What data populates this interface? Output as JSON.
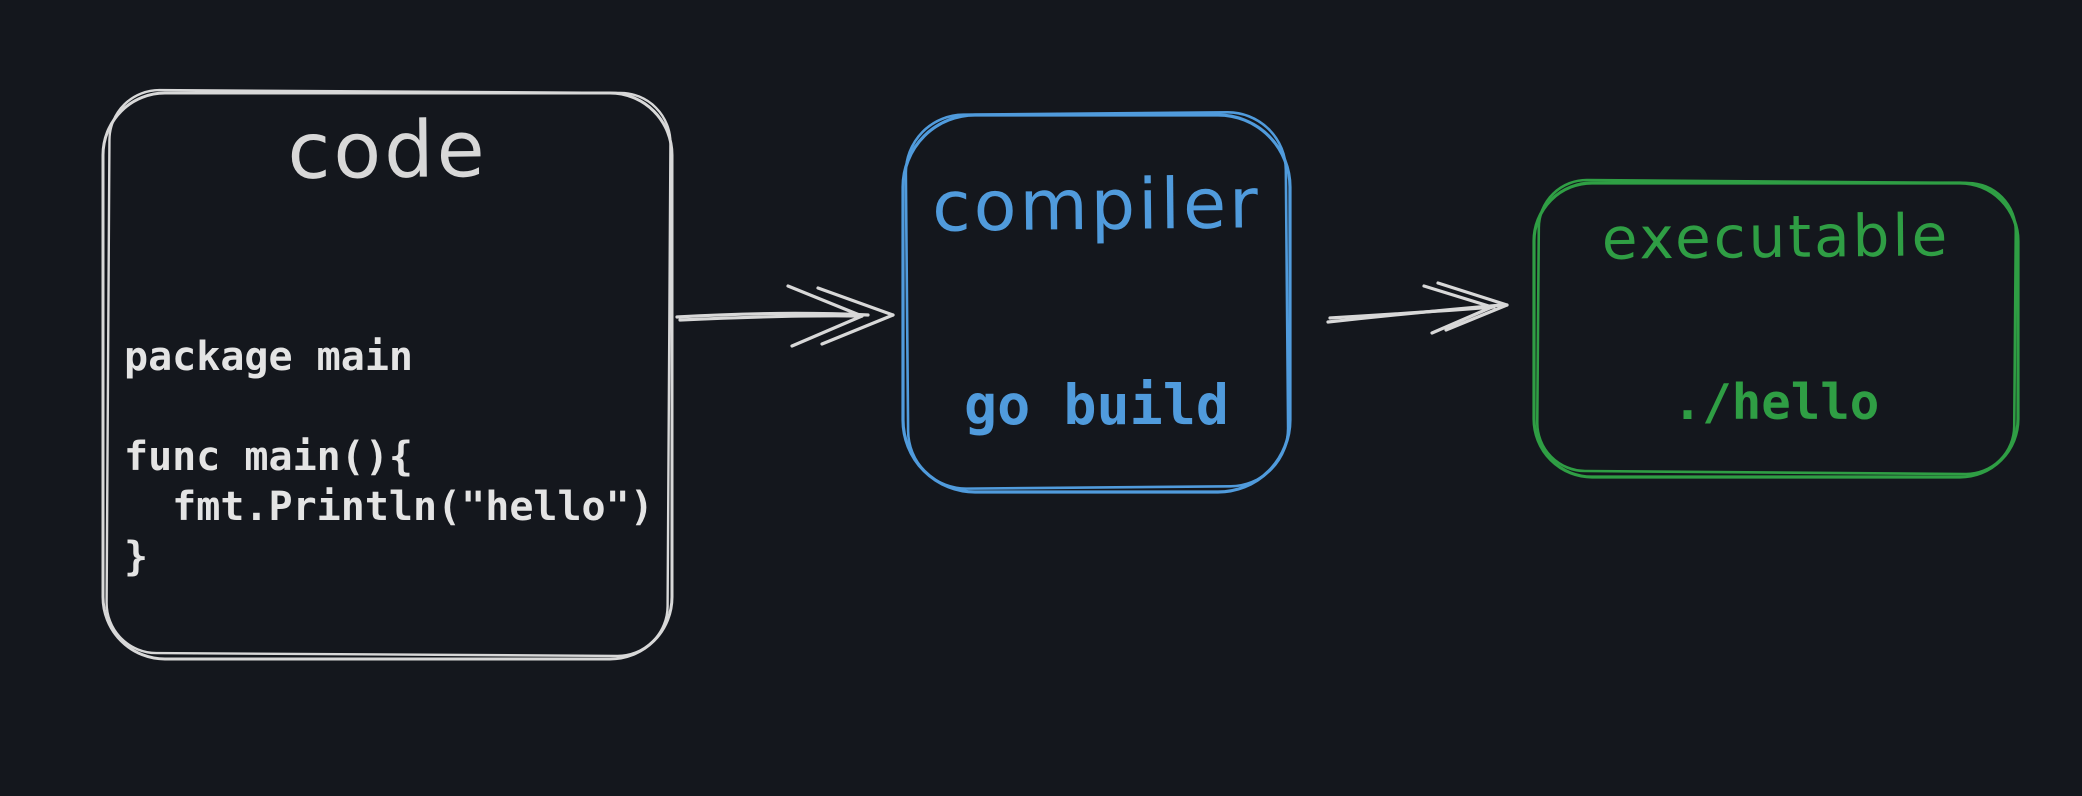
{
  "colors": {
    "background": "#14171d",
    "code_stroke": "#d8d8d8",
    "code_text": "#e4e4e4",
    "compiler_accent": "#509bdc",
    "executable_accent": "#2f9e44",
    "arrow": "#d8d8d8"
  },
  "nodes": {
    "code": {
      "title": "code",
      "lines": [
        "package main",
        "",
        "func main(){",
        "  fmt.Println(\"hello\")",
        "}"
      ]
    },
    "compiler": {
      "title": "compiler",
      "command": "go build"
    },
    "executable": {
      "title": "executable",
      "command": "./hello"
    }
  },
  "arrows": [
    {
      "from": "code",
      "to": "compiler"
    },
    {
      "from": "compiler",
      "to": "executable"
    }
  ]
}
